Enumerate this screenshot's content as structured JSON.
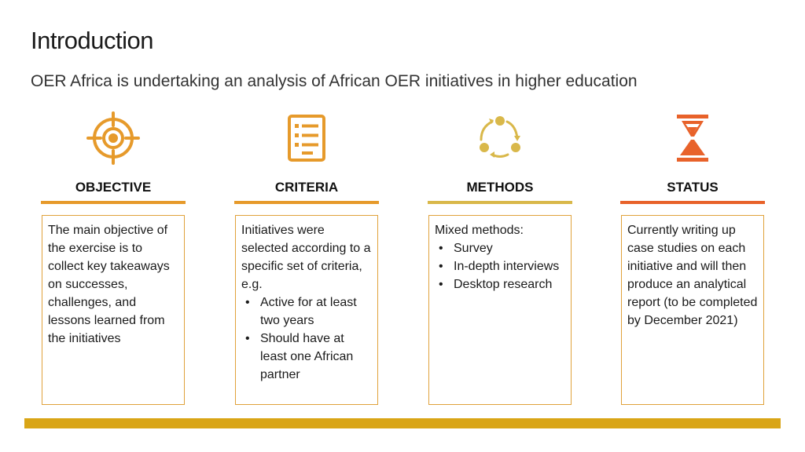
{
  "title": "Introduction",
  "subtitle": "OER Africa is undertaking an analysis of African OER initiatives in higher education",
  "columns": [
    {
      "heading": "OBJECTIVE",
      "icon": "target-icon",
      "color": "#e69a2b",
      "body": "The main objective of the exercise is to collect key takeaways on successes, challenges, and lessons learned from the initiatives"
    },
    {
      "heading": "CRITERIA",
      "icon": "checklist-icon",
      "color": "#e69a2b",
      "intro": "Initiatives were selected according to a specific set of criteria, e.g.",
      "bullets": [
        "Active for at least two years",
        "Should have at least one African partner"
      ]
    },
    {
      "heading": "METHODS",
      "icon": "cycle-icon",
      "color": "#d9b84a",
      "intro": "Mixed methods:",
      "bullets": [
        "Survey",
        "In-depth interviews",
        "Desktop research"
      ]
    },
    {
      "heading": "STATUS",
      "icon": "hourglass-icon",
      "color": "#e8622a",
      "body": "Currently writing up case studies on each initiative and will then produce an analytical report (to be completed by December 2021)"
    }
  ],
  "accent_bar_color": "#d9a516"
}
